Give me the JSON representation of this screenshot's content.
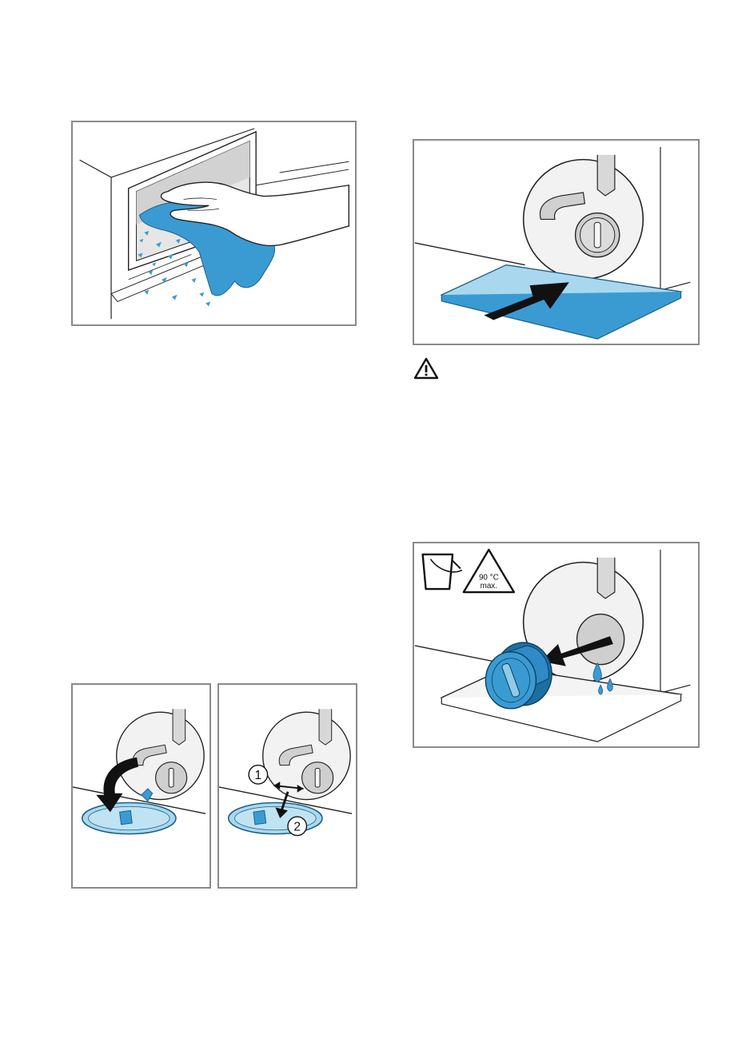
{
  "figures": {
    "cleaning": {
      "icon": "hand-wiping-cloth"
    },
    "tray": {
      "icon": "tray-under-pump-filter"
    },
    "flap_a": {
      "icon": "open-service-flap"
    },
    "flap_b": {
      "icon": "remove-service-flap",
      "step1": "1",
      "step2": "2"
    },
    "drain": {
      "icon": "unscrew-pump-filter",
      "temp_value": "90 °C",
      "temp_note": "max."
    }
  },
  "warning": {
    "icon": "warning-triangle-icon"
  },
  "colors": {
    "accent": "#3a9bd3",
    "tray_fill": "#a9d8ee",
    "border": "#8a8a8a"
  }
}
